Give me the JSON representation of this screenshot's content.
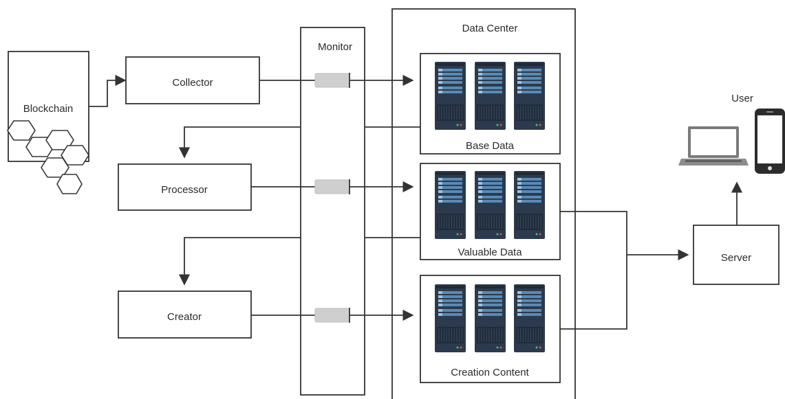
{
  "nodes": {
    "blockchain": "Blockchain",
    "collector": "Collector",
    "processor": "Processor",
    "creator": "Creator",
    "monitor": "Monitor",
    "data_center": "Data Center",
    "base_data": "Base Data",
    "valuable_data": "Valuable Data",
    "creation_content": "Creation Content",
    "server": "Server",
    "user": "User"
  },
  "colors": {
    "line": "#333333",
    "pipe": "#cfcfcf",
    "rack_body": "#2b3a4c",
    "rack_strip": "#5a8ab5"
  },
  "icons": [
    "hexagon-chain-icon",
    "server-rack-icon",
    "laptop-icon",
    "smartphone-icon",
    "pipe-connector-icon"
  ]
}
